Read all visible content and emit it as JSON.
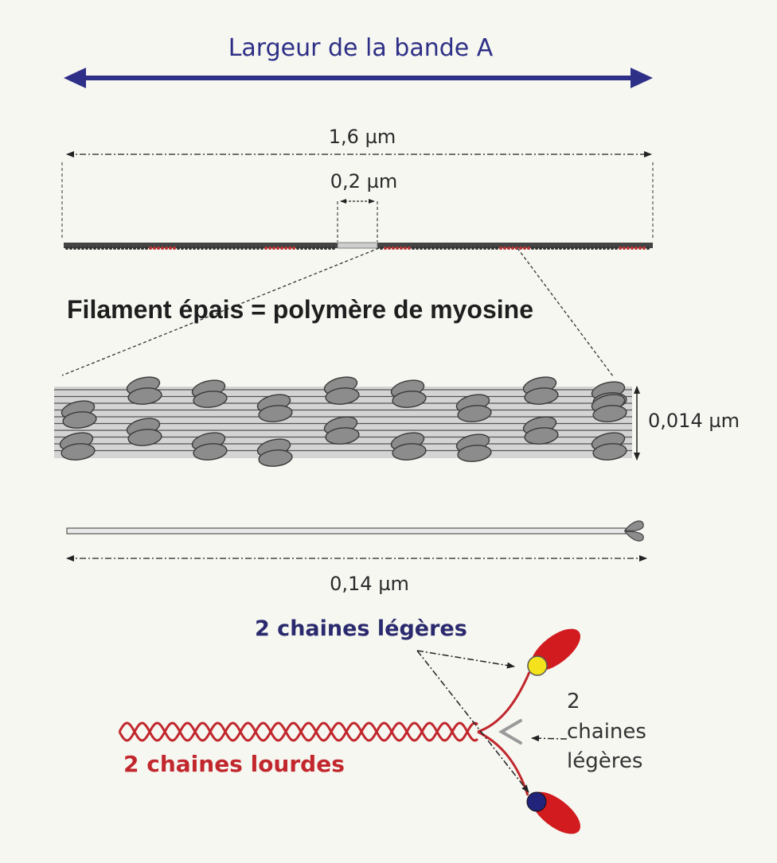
{
  "band_label": "Largeur de la bande A",
  "dims": {
    "total": "1,6  µm",
    "bare_zone": "0,2  µm",
    "thickness": "0,014 µm",
    "molecule": "0,14  µm"
  },
  "filament_title": "Filament épais = polymère de myosine",
  "labels": {
    "light_chains_top": "2 chaines légères",
    "heavy_chains": "2 chaines lourdes",
    "light_chains_right": [
      "2",
      "chaines",
      "légères"
    ]
  },
  "colors": {
    "band_arrow": "#2e2f86",
    "myosin_red": "#c1272d",
    "head_grey": "#8a8a8a",
    "light_chain_yellow": "#f4e21c",
    "light_chain_blue": "#22237a"
  }
}
